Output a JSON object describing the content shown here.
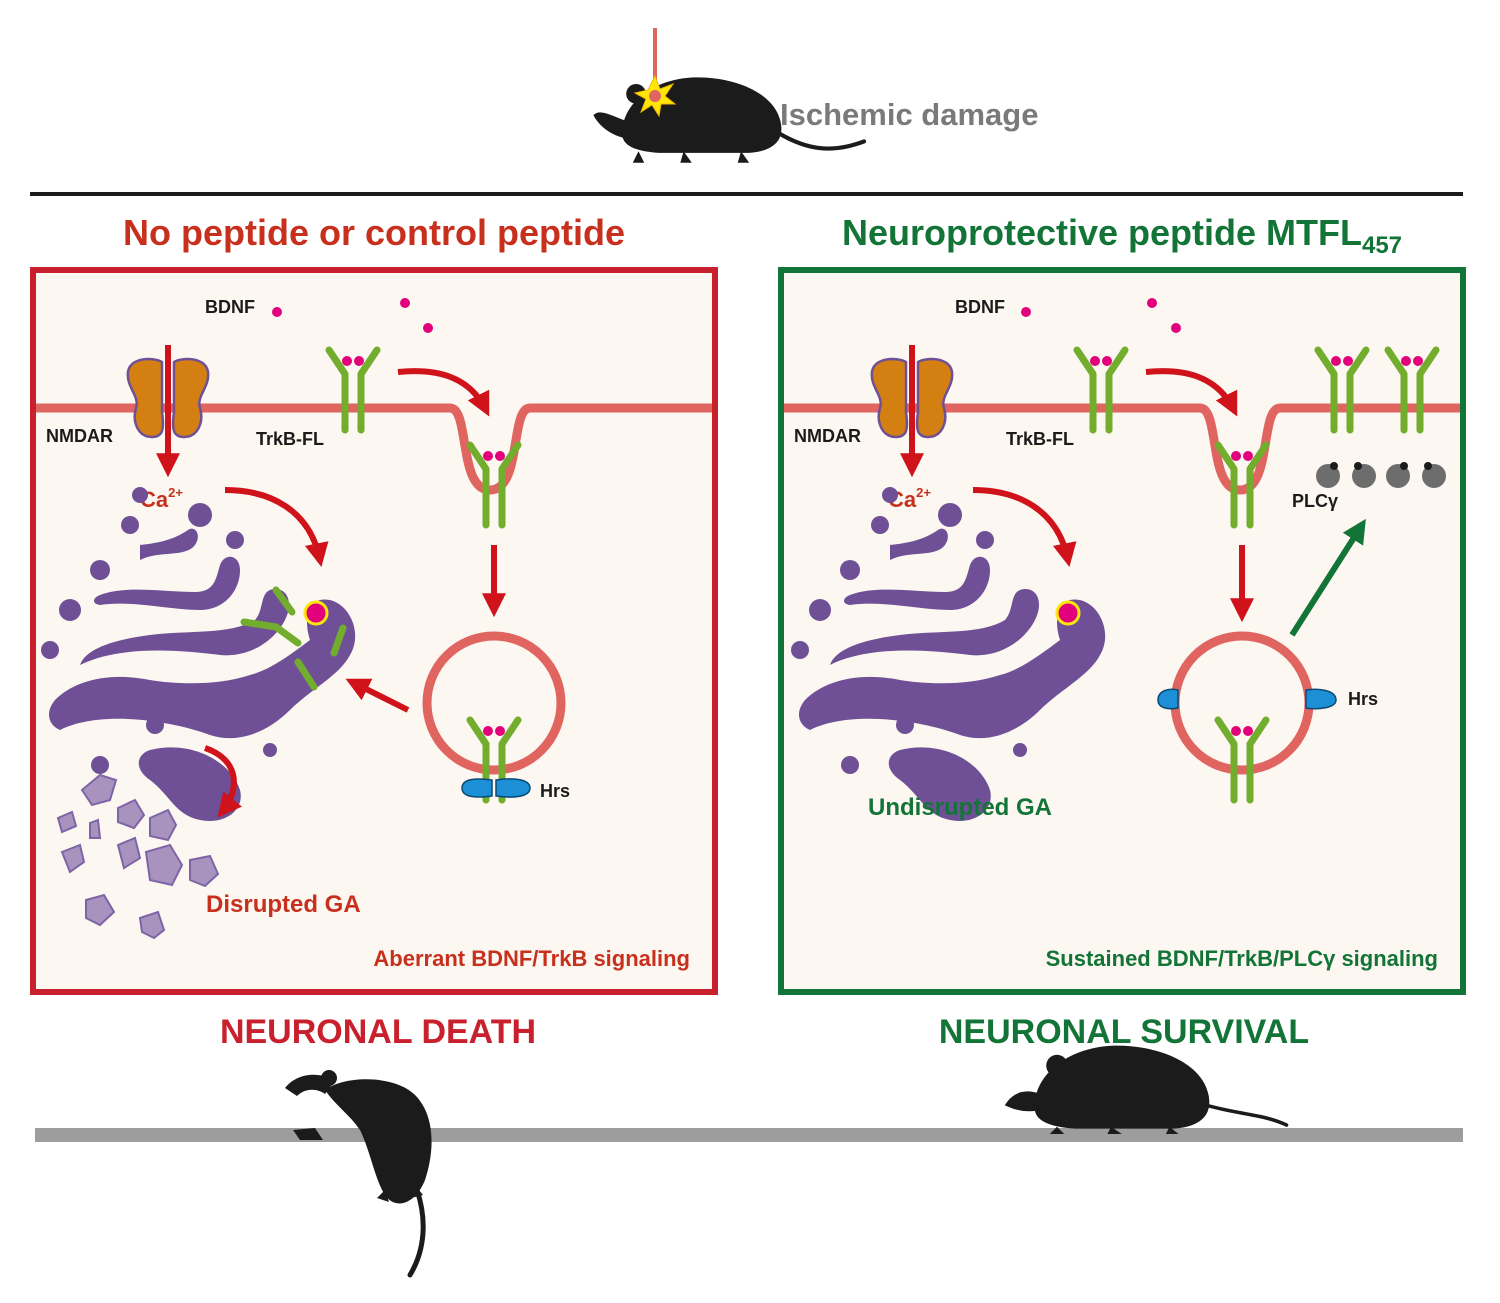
{
  "header": {
    "title": "Ischemic damage"
  },
  "panels": {
    "left": {
      "heading": "No peptide or control peptide",
      "bdnf": "BDNF",
      "nmdar": "NMDAR",
      "trkb": "TrkB-FL",
      "ca_base": "Ca",
      "ca_sup": "2+",
      "hrs": "Hrs",
      "ga_state": "Disrupted GA",
      "signaling": "Aberrant BDNF/TrkB signaling",
      "outcome": "NEURONAL DEATH"
    },
    "right": {
      "heading_base": "Neuroprotective peptide MTFL",
      "heading_sub": "457",
      "bdnf": "BDNF",
      "nmdar": "NMDAR",
      "trkb": "TrkB-FL",
      "ca_base": "Ca",
      "ca_sup": "2+",
      "hrs": "Hrs",
      "plc": "PLCγ",
      "ga_state": "Undisrupted GA",
      "signaling": "Sustained BDNF/TrkB/PLCγ signaling",
      "outcome": "NEURONAL SURVIVAL"
    }
  },
  "colors": {
    "red_text": "#c8301e",
    "red_box": "#c8202d",
    "green": "#137437",
    "membrane": "#e0645f",
    "receptor": "#72ad2e",
    "golgi": "#6f5096",
    "nmdar": "#d47f12",
    "bdnf_dot": "#e3007b",
    "hrs": "#1c8fd6",
    "panel_bg": "#fcf7f1",
    "grey_text": "#7a7a7a",
    "floor": "#9d9d9d"
  }
}
